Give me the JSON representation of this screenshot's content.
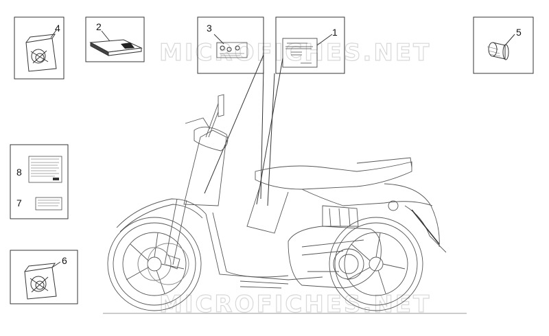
{
  "watermarks": [
    "MICROFICHES.NET",
    "MICROFICHES.NET"
  ],
  "callouts": [
    {
      "id": "4",
      "label": "4"
    },
    {
      "id": "2",
      "label": "2"
    },
    {
      "id": "3",
      "label": "3"
    },
    {
      "id": "1",
      "label": "1"
    },
    {
      "id": "5",
      "label": "5"
    },
    {
      "id": "8",
      "label": "8"
    },
    {
      "id": "7",
      "label": "7"
    },
    {
      "id": "6",
      "label": "6"
    }
  ]
}
